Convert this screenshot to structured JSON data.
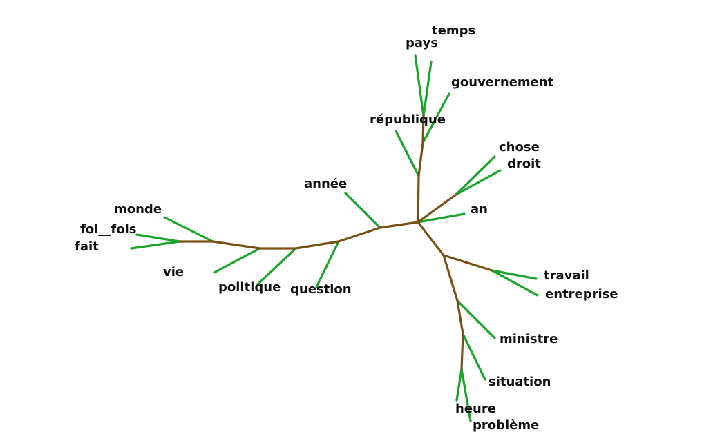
{
  "colors": {
    "internal_branch": "#7a4f14",
    "leaf_branch": "#1aa52a",
    "label": "#111111"
  },
  "tree": {
    "leaves": [
      {
        "id": "temps",
        "label": "temps"
      },
      {
        "id": "pays",
        "label": "pays"
      },
      {
        "id": "gouvernement",
        "label": "gouvernement"
      },
      {
        "id": "republique",
        "label": "république"
      },
      {
        "id": "chose",
        "label": "chose"
      },
      {
        "id": "droit",
        "label": "droit"
      },
      {
        "id": "an",
        "label": "an"
      },
      {
        "id": "annee",
        "label": "année"
      },
      {
        "id": "monde",
        "label": "monde"
      },
      {
        "id": "foi_fois",
        "label": "foi__fois"
      },
      {
        "id": "fait",
        "label": "fait"
      },
      {
        "id": "vie",
        "label": "vie"
      },
      {
        "id": "politique",
        "label": "politique"
      },
      {
        "id": "question",
        "label": "question"
      },
      {
        "id": "travail",
        "label": "travail"
      },
      {
        "id": "entreprise",
        "label": "entreprise"
      },
      {
        "id": "ministre",
        "label": "ministre"
      },
      {
        "id": "situation",
        "label": "situation"
      },
      {
        "id": "heure",
        "label": "heure"
      },
      {
        "id": "probleme",
        "label": "problème"
      }
    ]
  }
}
